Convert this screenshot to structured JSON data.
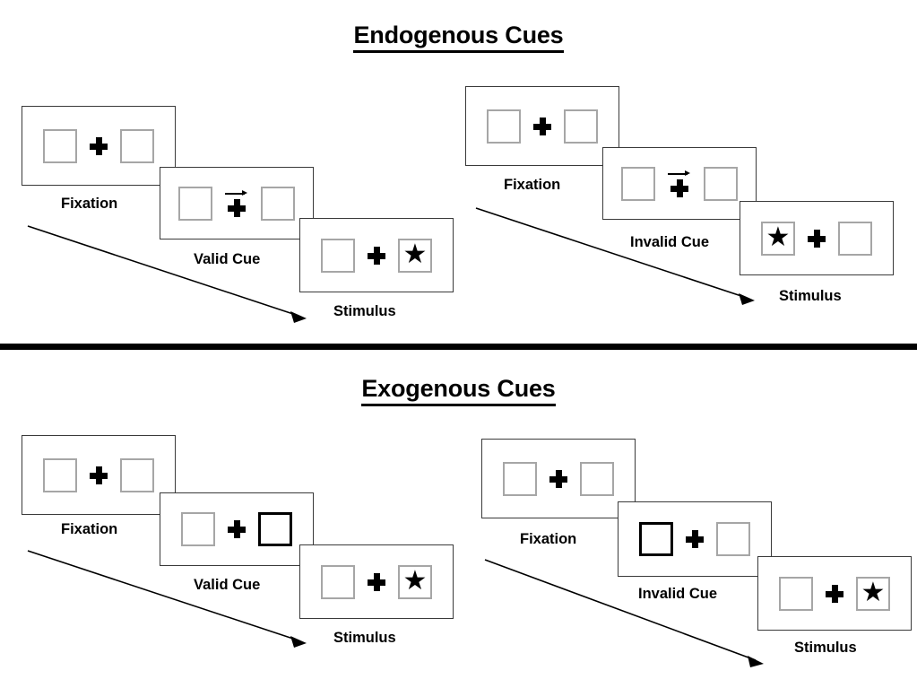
{
  "figure": {
    "title_endogenous": "Endogenous Cues",
    "title_exogenous": "Exogenous Cues"
  },
  "colors": {
    "panel_border": "#3a3a3a",
    "box_border": "#a6a6a6",
    "cued_box_border": "#000000",
    "ink": "#000000",
    "background": "#ffffff"
  },
  "sections": [
    {
      "id": "endogenous",
      "title": "Endogenous Cues",
      "sequences": [
        {
          "id": "endogenous-valid",
          "validity": "valid",
          "frames": [
            {
              "caption": "Fixation",
              "cue_type": "none",
              "left_box": "empty",
              "right_box": "empty"
            },
            {
              "caption": "Valid Cue",
              "cue_type": "arrow-right",
              "left_box": "empty",
              "right_box": "empty"
            },
            {
              "caption": "Stimulus",
              "cue_type": "none",
              "left_box": "empty",
              "right_box": "star"
            }
          ]
        },
        {
          "id": "endogenous-invalid",
          "validity": "invalid",
          "frames": [
            {
              "caption": "Fixation",
              "cue_type": "none",
              "left_box": "empty",
              "right_box": "empty"
            },
            {
              "caption": "Invalid Cue",
              "cue_type": "arrow-right",
              "left_box": "empty",
              "right_box": "empty"
            },
            {
              "caption": "Stimulus",
              "cue_type": "none",
              "left_box": "star",
              "right_box": "empty"
            }
          ]
        }
      ]
    },
    {
      "id": "exogenous",
      "title": "Exogenous Cues",
      "sequences": [
        {
          "id": "exogenous-valid",
          "validity": "valid",
          "frames": [
            {
              "caption": "Fixation",
              "cue_type": "none",
              "left_box": "empty",
              "right_box": "empty"
            },
            {
              "caption": "Valid Cue",
              "cue_type": "box-highlight-right",
              "left_box": "empty",
              "right_box": "cued"
            },
            {
              "caption": "Stimulus",
              "cue_type": "none",
              "left_box": "empty",
              "right_box": "star"
            }
          ]
        },
        {
          "id": "exogenous-invalid",
          "validity": "invalid",
          "frames": [
            {
              "caption": "Fixation",
              "cue_type": "none",
              "left_box": "empty",
              "right_box": "empty"
            },
            {
              "caption": "Invalid Cue",
              "cue_type": "box-highlight-left",
              "left_box": "cued",
              "right_box": "empty"
            },
            {
              "caption": "Stimulus",
              "cue_type": "none",
              "left_box": "empty",
              "right_box": "star"
            }
          ]
        }
      ]
    }
  ],
  "glyphs": {
    "star": "★",
    "fixation_cross": "plus-icon",
    "cue_arrow": "arrow-right-icon",
    "flow_arrow": "diagonal-arrow-icon"
  }
}
